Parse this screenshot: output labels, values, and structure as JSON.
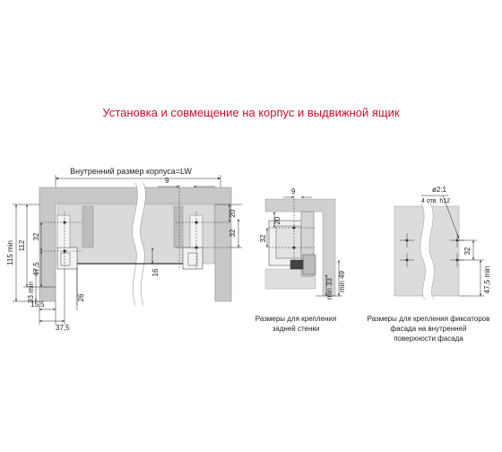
{
  "title": "Установка и совмещение на корпус и выдвижной ящик",
  "main_view": {
    "width_label": "Внутренний размер корпуса=LW",
    "dims": {
      "d115": "115 min",
      "d112": "112",
      "d32_left": "32",
      "d47_5_left": "47,5",
      "d33": "33 min",
      "d15_5": "15,5",
      "d26": "26",
      "d37_5": "37,5",
      "d16": "16",
      "d9_top": "9",
      "d20_right": "20",
      "d32_right": "32"
    }
  },
  "rear_view": {
    "dims": {
      "d9": "9",
      "d20": "20",
      "d32": "32",
      "d33": "min 33",
      "d49": "min 49"
    },
    "caption": [
      "Размеры для крепления",
      "задней стенки"
    ]
  },
  "front_view": {
    "dims": {
      "hole": "ø2:1",
      "holes": "4 отв. h12",
      "d32": "32",
      "d47_5": "47,5 min"
    },
    "caption": [
      "Размеры для крепления фиксаторов",
      "фасада на внутренней",
      "поверхности фасада"
    ]
  }
}
